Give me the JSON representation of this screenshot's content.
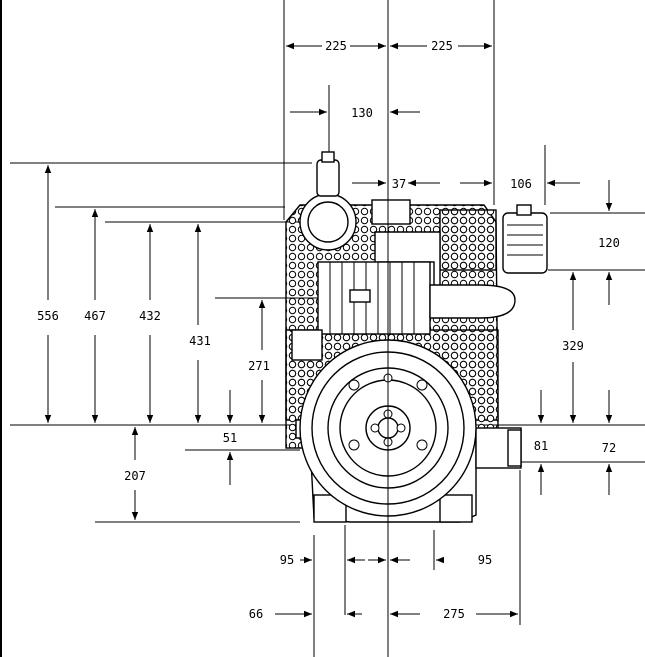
{
  "colors": {
    "line": "#000000",
    "background": "#ffffff"
  },
  "dimensions": {
    "top_left": "225",
    "top_right": "225",
    "offset": "130",
    "small": "37",
    "tank_offset": "106",
    "tank_height": "120",
    "height_a": "556",
    "height_b": "467",
    "height_c": "432",
    "height_d": "431",
    "height_e": "271",
    "below_a": "51",
    "below_b": "207",
    "right_a": "329",
    "right_b": "81",
    "right_c": "72",
    "bottom_left": "95",
    "bottom_right": "95",
    "base_left": "66",
    "base_right": "275"
  }
}
